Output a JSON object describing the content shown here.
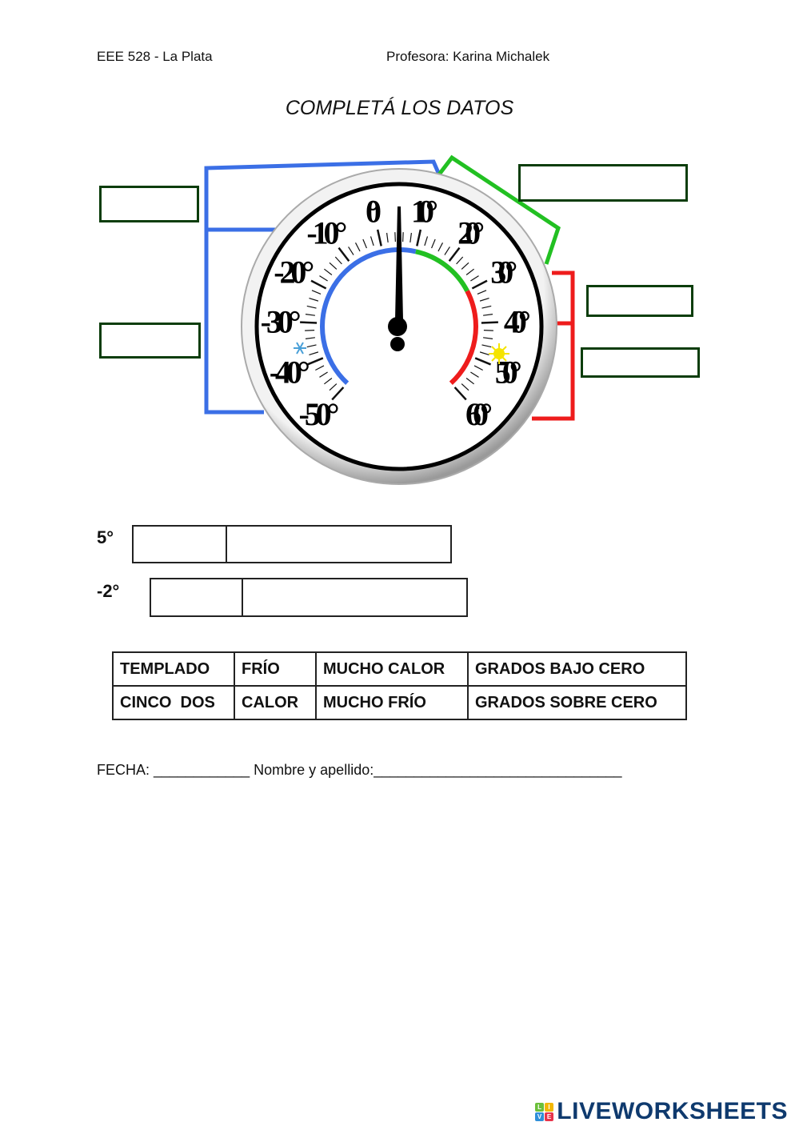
{
  "header": {
    "school": "EEE 528 - La Plata",
    "teacher": "Profesora: Karina Michalek"
  },
  "title": "COMPLETÁ LOS DATOS",
  "thermometer": {
    "scale_labels": [
      -50,
      -40,
      -30,
      -20,
      -10,
      0,
      10,
      20,
      30,
      40,
      50,
      60
    ],
    "degree_sign": "°",
    "needle_value": 5,
    "min": -50,
    "max": 60,
    "zones": [
      {
        "name": "cold",
        "from": -50,
        "to": 10,
        "color": "#3b6fe6"
      },
      {
        "name": "mild",
        "from": 10,
        "to": 30,
        "color": "#22c022"
      },
      {
        "name": "hot",
        "from": 30,
        "to": 60,
        "color": "#ee1c1c"
      }
    ],
    "icons": [
      "snowflake-icon",
      "sun-icon"
    ]
  },
  "answers": [
    {
      "label": "5°"
    },
    {
      "label": "-2°"
    }
  ],
  "word_bank": [
    [
      "TEMPLADO",
      "FRÍO",
      "MUCHO CALOR",
      "GRADOS BAJO CERO"
    ],
    [
      "CINCO  DOS",
      "CALOR",
      "MUCHO FRÍO",
      "GRADOS SOBRE CERO"
    ]
  ],
  "footer": "FECHA: ____________ Nombre y apellido:_______________________________",
  "logo": {
    "text": "LIVEWORKSHEETS",
    "letters": [
      "L",
      "I",
      "V",
      "E"
    ]
  }
}
